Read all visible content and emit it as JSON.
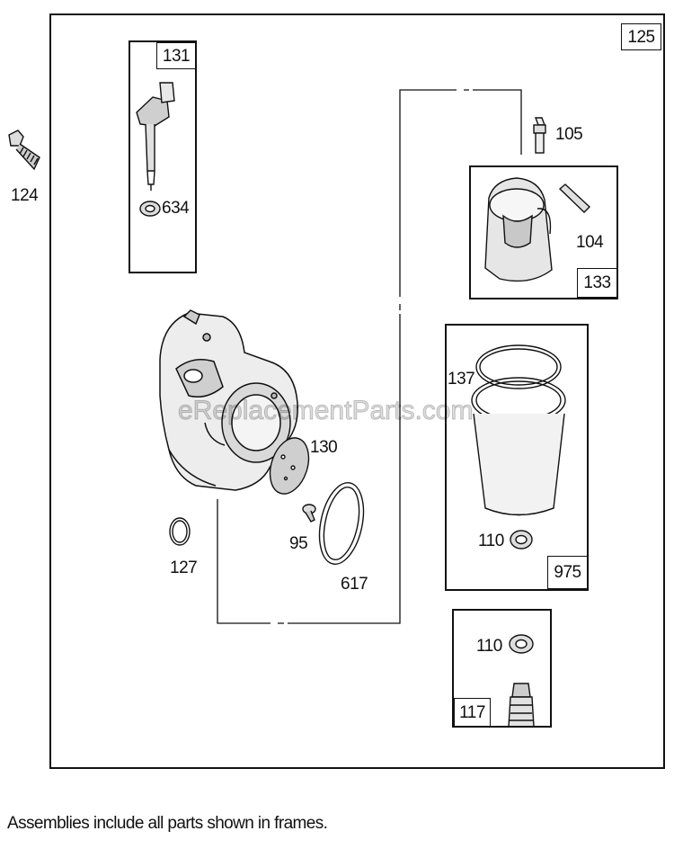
{
  "diagram": {
    "watermark": "eReplacementParts.com",
    "footnote": "Assemblies include all parts shown in frames.",
    "outer_frame_label": "125",
    "frames": {
      "f131": "131",
      "f133": "133",
      "f975": "975",
      "f117": "117"
    },
    "parts": {
      "p124": "124",
      "p634": "634",
      "p105": "105",
      "p104": "104",
      "p137": "137",
      "p130": "130",
      "p95": "95",
      "p127": "127",
      "p617": "617",
      "p110a": "110",
      "p110b": "110"
    }
  }
}
